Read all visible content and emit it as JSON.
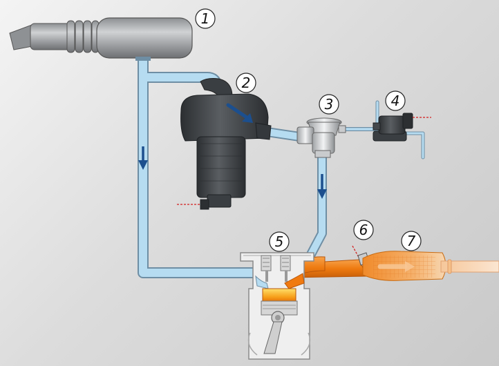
{
  "callouts": [
    {
      "id": "air-filter",
      "number": "1"
    },
    {
      "id": "secondary-air-pump",
      "number": "2"
    },
    {
      "id": "combination-valve",
      "number": "3"
    },
    {
      "id": "solenoid-valve",
      "number": "4"
    },
    {
      "id": "engine",
      "number": "5"
    },
    {
      "id": "lambda-sensor",
      "number": "6"
    },
    {
      "id": "catalytic-converter",
      "number": "7"
    }
  ],
  "colors": {
    "air_pipe": "#b6dcf1",
    "air_pipe_outline": "#6e8ea4",
    "component_dark": "#3f4347",
    "exhaust_orange": "#f07a10",
    "flow_arrow": "#1c4f8e",
    "wire_red": "#d21e1e"
  }
}
